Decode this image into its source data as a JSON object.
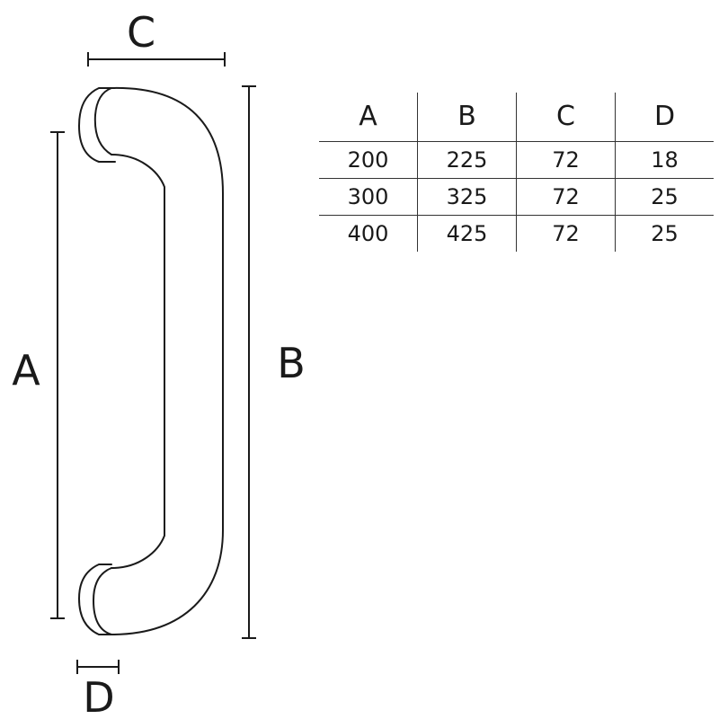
{
  "labels": {
    "a": "A",
    "b": "B",
    "c": "C",
    "d": "D"
  },
  "table": {
    "headers": [
      "A",
      "B",
      "C",
      "D"
    ],
    "rows": [
      [
        "200",
        "225",
        "72",
        "18"
      ],
      [
        "300",
        "325",
        "72",
        "25"
      ],
      [
        "400",
        "425",
        "72",
        "25"
      ]
    ]
  }
}
